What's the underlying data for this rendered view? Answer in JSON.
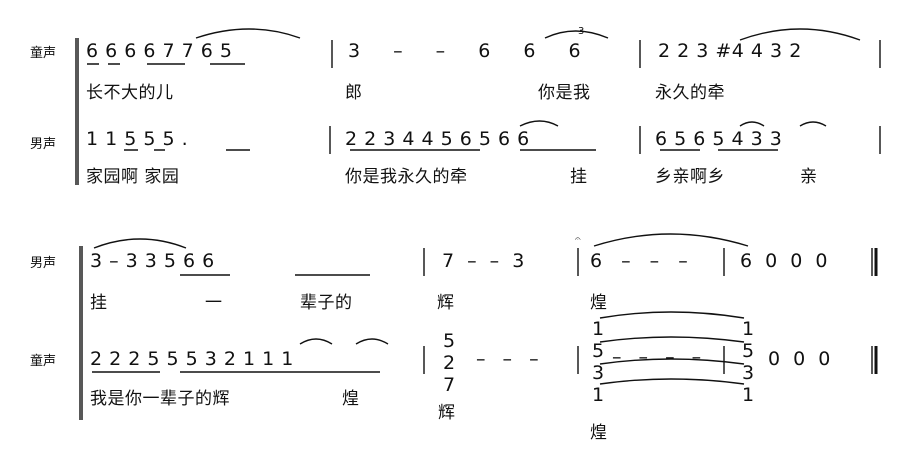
{
  "system1": {
    "label_top": "童声",
    "label_bottom": "男声",
    "top_m1": "6 6 6 6 7 7 6 5",
    "top_m2": "3 – – 6 6 6",
    "top_m2_triplet": "3",
    "top_m3": "2 2 3 #4 4 3 2",
    "top_lyric_a": "长不大的儿",
    "top_lyric_b": "郎",
    "top_lyric_c": "你是我",
    "top_lyric_d": "永久的牵",
    "bot_m1": "1 1 5   5 5 .",
    "bot_m2": "2 2 3 4 4 5 6 5 6 6",
    "bot_m3": "6 5 6 5 4 3 3",
    "bot_lyric_a": "家园啊  家园",
    "bot_lyric_b": "你是我永久的牵",
    "bot_lyric_c": "挂",
    "bot_lyric_d": "乡亲啊乡",
    "bot_lyric_e": "亲"
  },
  "system2": {
    "label_top": "男声",
    "label_bottom": "童声",
    "top_m1": "3 –   3 3   5 6 6",
    "top_m2": "7 – – 3",
    "top_m3": "6 – – –",
    "top_m4": "6 0 0 0",
    "fermata": "𝄐",
    "top_lyric_a": "挂",
    "top_lyric_b": "一",
    "top_lyric_c": "辈子的",
    "top_lyric_d": "辉",
    "top_lyric_e": "煌",
    "bot_m1": "2 2 2 5 5 5 3 2 1 1 1",
    "bot_chord1": [
      "5",
      "2",
      "7"
    ],
    "bot_m2": "– – –",
    "bot_chord2": [
      "1",
      "5",
      "3",
      "1"
    ],
    "bot_m3_rest": "– – – –",
    "bot_chord3": [
      "1",
      "5",
      "3",
      "1"
    ],
    "bot_m4_rest": "0 0 0",
    "bot_lyric_a": "我是你一辈子的辉",
    "bot_lyric_b": "煌",
    "bot_lyric_c": "辉",
    "bot_lyric_d": "煌"
  }
}
